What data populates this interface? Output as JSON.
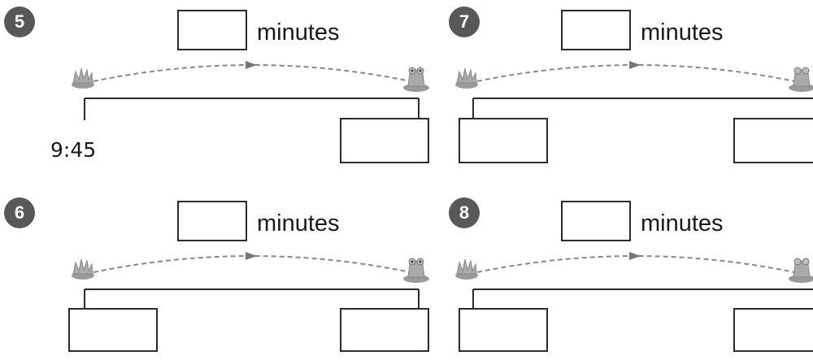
{
  "problems": [
    {
      "number": "5",
      "minutes_label": "minutes",
      "start_time": "9:45",
      "end_time": ""
    },
    {
      "number": "7",
      "minutes_label": "minutes",
      "start_time": "",
      "end_time": ""
    },
    {
      "number": "6",
      "minutes_label": "minutes",
      "start_time": "",
      "end_time": ""
    },
    {
      "number": "8",
      "minutes_label": "minutes",
      "start_time": "",
      "end_time": ""
    }
  ],
  "icons": {
    "start": "lily-pad-icon",
    "end": "frog-on-lily-pad-icon",
    "arrow": "dashed-arc-arrow-icon"
  },
  "colors": {
    "badge": "#585858",
    "arc": "#888888",
    "line": "#2b2b2b",
    "icon": "#9a9a9a"
  }
}
